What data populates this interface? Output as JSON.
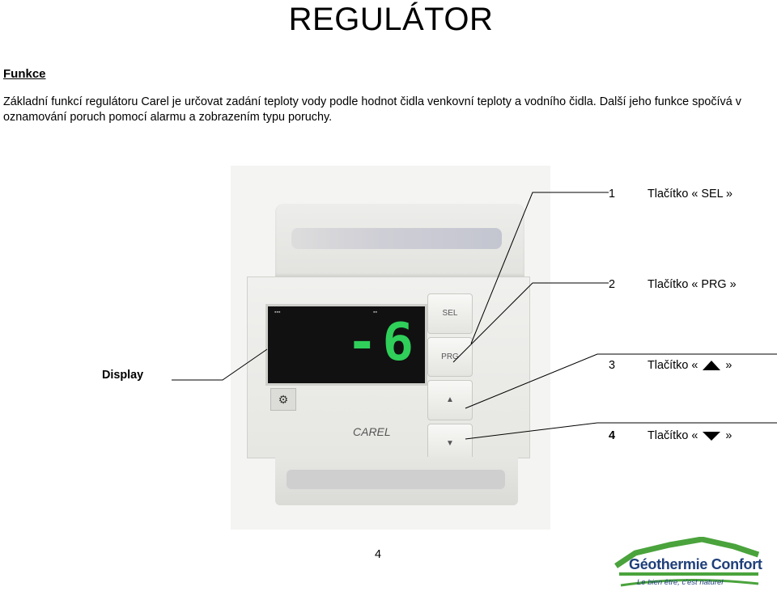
{
  "title": "REGULÁTOR",
  "section_heading": "Funkce",
  "body": {
    "line1": "Základní funkcí regulátoru Carel je určovat zadání teploty vody podle hodnot čidla venkovní teploty a vodního čidla. Další jeho funkce spočívá v",
    "line2": "oznamování poruch pomocí alarmu a zobrazením typu poruchy."
  },
  "device": {
    "display_value": "-6",
    "keys": [
      "SEL",
      "PRG",
      "▲",
      "▼"
    ],
    "brand": "CAREL"
  },
  "display_label": "Display",
  "callouts": [
    {
      "num": "1",
      "label": "Tlačítko « SEL »"
    },
    {
      "num": "2",
      "label": "Tlačítko « PRG »"
    },
    {
      "num": "3",
      "label_before": "Tlačítko «",
      "icon": "triangle-up-icon",
      "label_after": "»"
    },
    {
      "num": "4",
      "label_before": "Tlačítko «",
      "icon": "triangle-down-icon",
      "label_after": "»"
    }
  ],
  "page_number": "4",
  "logo": {
    "name": "Géothermie Confort",
    "slogan": "Le bien être, c'est naturel",
    "colors": {
      "green": "#4aa33c",
      "blue": "#1f3f7a"
    }
  }
}
